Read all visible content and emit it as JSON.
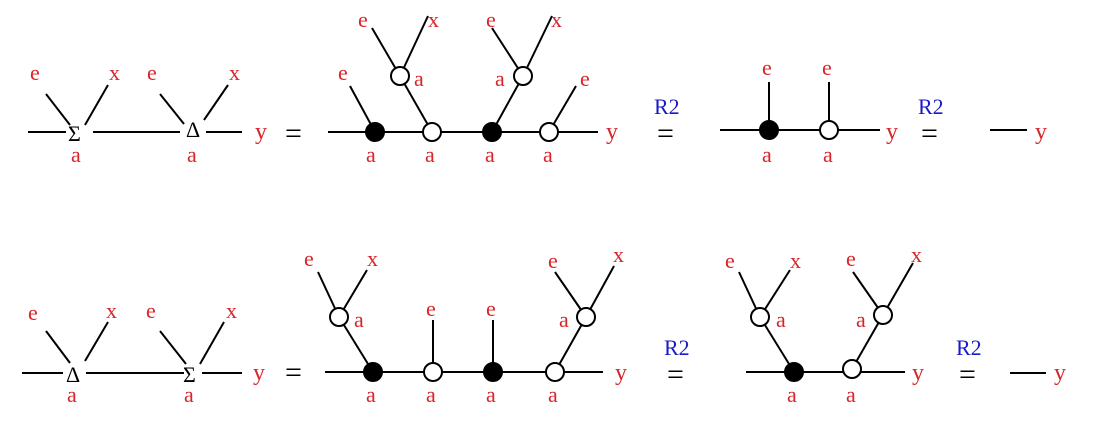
{
  "colors": {
    "label": "#d6262a",
    "relation": "#1a1ac8",
    "wire": "#000000"
  },
  "symbols": {
    "sigma": "Σ",
    "delta": "Δ",
    "equals": "=",
    "relation": "R2"
  },
  "labels": {
    "e": "e",
    "x": "x",
    "a": "a",
    "y": "y"
  },
  "rows": [
    {
      "left": {
        "first": "Σ",
        "second": "Δ"
      },
      "relations": [
        "R2",
        "R2"
      ]
    },
    {
      "left": {
        "first": "Δ",
        "second": "Σ"
      },
      "relations": [
        "R2",
        "R2"
      ]
    }
  ]
}
